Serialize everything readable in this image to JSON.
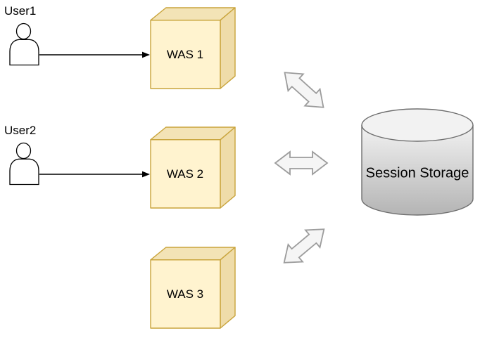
{
  "diagram": {
    "background": "#ffffff",
    "users": [
      {
        "label": "User1"
      },
      {
        "label": "User2"
      }
    ],
    "servers": [
      {
        "label": "WAS 1"
      },
      {
        "label": "WAS 2"
      },
      {
        "label": "WAS 3"
      }
    ],
    "storage": {
      "label": "Session Storage"
    },
    "connections": [
      {
        "from": "User1",
        "to": "WAS 1",
        "type": "arrow"
      },
      {
        "from": "User2",
        "to": "WAS 2",
        "type": "arrow"
      },
      {
        "from": "WAS 1",
        "to": "Session Storage",
        "type": "double-arrow"
      },
      {
        "from": "WAS 2",
        "to": "Session Storage",
        "type": "double-arrow"
      },
      {
        "from": "WAS 3",
        "to": "Session Storage",
        "type": "double-arrow"
      }
    ],
    "colors": {
      "cube_front": "#FFF3CF",
      "cube_top": "#F3E3B6",
      "cube_side": "#EFDCA9",
      "cube_stroke": "#C9A43C",
      "cylinder_light": "#F2F2F2",
      "cylinder_dark": "#B4B4B4",
      "cylinder_stroke": "#6E6E6E",
      "double_arrow_fill": "#F5F5F5",
      "double_arrow_stroke": "#9C9C9C",
      "connector_stroke": "#000000",
      "person_stroke": "#000000",
      "text": "#000000"
    }
  }
}
